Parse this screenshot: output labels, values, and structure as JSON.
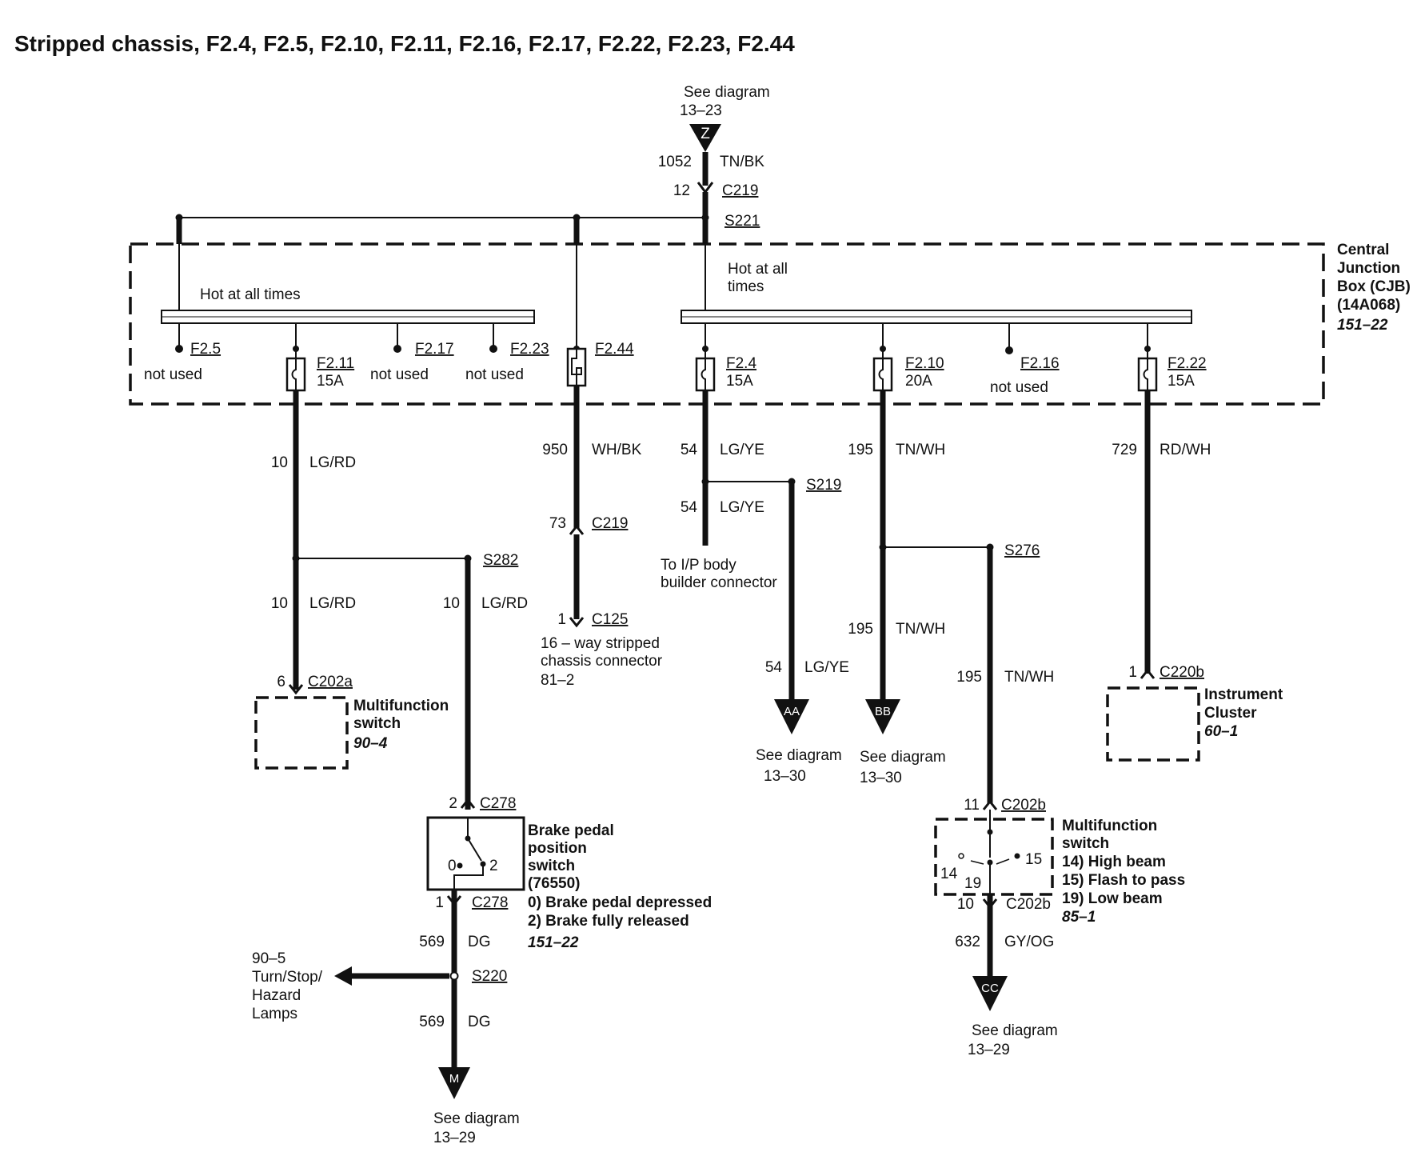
{
  "title": "Stripped chassis, F2.4, F2.5, F2.10, F2.11, F2.16, F2.17, F2.22, F2.23, F2.44",
  "top": {
    "see": "See diagram",
    "ref": "13–23",
    "marker": "Z",
    "circuit": "1052",
    "color": "TN/BK",
    "pin": "12",
    "connector": "C219",
    "splice": "S221"
  },
  "cjb": {
    "l1": "Central",
    "l2": "Junction",
    "l3": "Box (CJB)",
    "l4": "(14A068)",
    "l5": "151–22",
    "hot_left": "Hot at all times",
    "hot_right_1": "Hot at all",
    "hot_right_2": "times"
  },
  "fuses": {
    "f25": {
      "name": "F2.5",
      "note": "not used"
    },
    "f211": {
      "name": "F2.11",
      "rating": "15A"
    },
    "f217": {
      "name": "F2.17",
      "note": "not used"
    },
    "f223": {
      "name": "F2.23",
      "note": "not used"
    },
    "f244": {
      "name": "F2.44"
    },
    "f24": {
      "name": "F2.4",
      "rating": "15A"
    },
    "f210": {
      "name": "F2.10",
      "rating": "20A"
    },
    "f216": {
      "name": "F2.16",
      "note": "not used"
    },
    "f222": {
      "name": "F2.22",
      "rating": "15A"
    }
  },
  "branch_f211": {
    "w1_num": "10",
    "w1_color": "LG/RD",
    "splice": "S282",
    "w2_num": "10",
    "w2_color": "LG/RD",
    "w3_num": "10",
    "w3_color": "LG/RD",
    "c_pin": "6",
    "c_name": "C202a",
    "mfs_1": "Multifunction",
    "mfs_2": "switch",
    "mfs_3": "90–4",
    "bp_pin_top": "2",
    "bp_conn_top": "C278",
    "bp_1": "Brake pedal",
    "bp_2": "position",
    "bp_3": "switch",
    "bp_4": "(76550)",
    "bp_state_0": "0) Brake pedal depressed",
    "bp_state_2": "2) Brake fully released",
    "bp_page": "151–22",
    "bp_sw0": "0",
    "bp_sw2": "2",
    "bp_pin_bot": "1",
    "bp_conn_bot": "C278",
    "w4_num": "569",
    "w4_color": "DG",
    "splice2": "S220",
    "arrow_1": "90–5",
    "arrow_2": "Turn/Stop/",
    "arrow_3": "Hazard",
    "arrow_4": "Lamps",
    "w5_num": "569",
    "w5_color": "DG",
    "marker": "M",
    "see": "See diagram",
    "ref": "13–29"
  },
  "branch_f244": {
    "w1_num": "950",
    "w1_color": "WH/BK",
    "pin": "73",
    "conn": "C219",
    "pin2": "1",
    "conn2": "C125",
    "desc_1": "16 – way stripped",
    "desc_2": "chassis connector",
    "desc_3": "81–2"
  },
  "branch_f24": {
    "w1_num": "54",
    "w1_color": "LG/YE",
    "splice": "S219",
    "w2_num": "54",
    "w2_color": "LG/YE",
    "ip_1": "To I/P body",
    "ip_2": "builder connector",
    "w3_num": "54",
    "w3_color": "LG/YE",
    "marker": "AA",
    "see": "See diagram",
    "ref": "13–30"
  },
  "branch_f210": {
    "w1_num": "195",
    "w1_color": "TN/WH",
    "splice": "S276",
    "w2_num": "195",
    "w2_color": "TN/WH",
    "marker": "BB",
    "see": "See diagram",
    "ref": "13–30",
    "w3_num": "195",
    "w3_color": "TN/WH",
    "c_pin": "11",
    "c_name": "C202b",
    "mfs_1": "Multifunction",
    "mfs_2": "switch",
    "mfs_3": "14) High beam",
    "mfs_4": "15) Flash to pass",
    "mfs_5": "19) Low beam",
    "mfs_6": "85–1",
    "sw14": "14",
    "sw15": "15",
    "sw19": "19",
    "c2_pin": "10",
    "c2_name": "C202b",
    "w4_num": "632",
    "w4_color": "GY/OG",
    "marker2": "CC",
    "see2": "See diagram",
    "ref2": "13–29"
  },
  "branch_f222": {
    "w1_num": "729",
    "w1_color": "RD/WH",
    "c_pin": "1",
    "c_name": "C220b",
    "ic_1": "Instrument",
    "ic_2": "Cluster",
    "ic_3": "60–1"
  }
}
